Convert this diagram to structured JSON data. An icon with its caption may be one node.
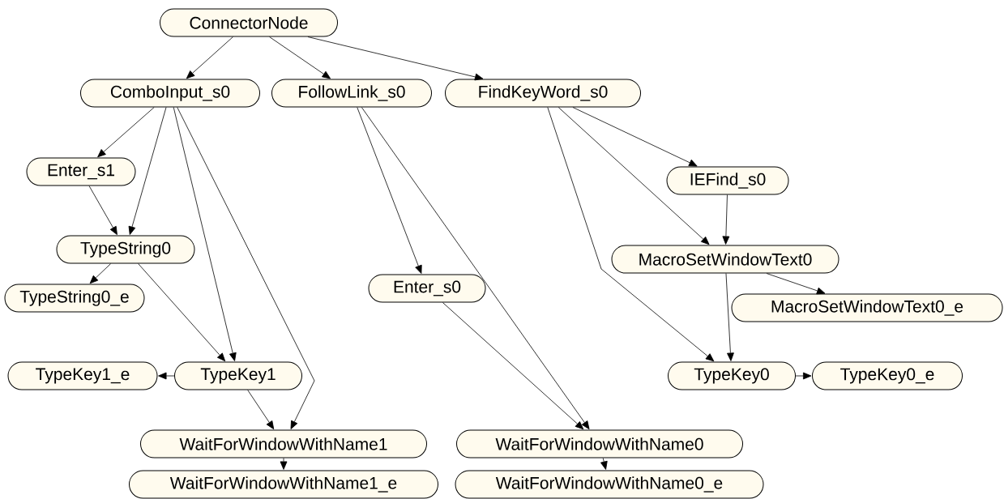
{
  "diagram": {
    "nodes": [
      {
        "text": [
          "ConnectorNode"
        ]
      },
      {
        "text": [
          "ComboInput_s0"
        ]
      },
      {
        "text": [
          "FollowLink_s0"
        ]
      },
      {
        "text": [
          "FindKeyWord_s0"
        ]
      },
      {
        "text": [
          "Enter_s1"
        ]
      },
      {
        "text": [
          "IEFind_s0"
        ]
      },
      {
        "text": [
          "TypeString0"
        ]
      },
      {
        "text": [
          "MacroSetWindowText0"
        ]
      },
      {
        "text": [
          "TypeString0_e"
        ]
      },
      {
        "text": [
          "Enter_s0"
        ]
      },
      {
        "text": [
          "MacroSetWindowText0_e"
        ]
      },
      {
        "text": [
          "TypeKey1_e"
        ]
      },
      {
        "text": [
          "TypeKey1"
        ]
      },
      {
        "text": [
          "TypeKey0"
        ]
      },
      {
        "text": [
          "TypeKey0_e"
        ]
      },
      {
        "text": [
          "WaitForWindowWithName1"
        ]
      },
      {
        "text": [
          "WaitForWindowWithName0"
        ]
      },
      {
        "text": [
          "WaitForWindowWithName1_e"
        ]
      },
      {
        "text": [
          "WaitForWindowWithName0_e"
        ]
      }
    ],
    "edges": [
      {
        "from": 0,
        "to": 1,
        "arrow": "to"
      },
      {
        "from": 0,
        "to": 2,
        "arrow": "to"
      },
      {
        "from": 0,
        "to": 3,
        "arrow": "to"
      },
      {
        "from": 1,
        "to": 4,
        "arrow": "to"
      },
      {
        "from": 1,
        "to": 6,
        "arrow": "to"
      },
      {
        "from": 1,
        "to": 12,
        "arrow": "to"
      },
      {
        "from": 1,
        "to": 15,
        "arrow": "to"
      },
      {
        "from": 4,
        "to": 6,
        "arrow": "to"
      },
      {
        "from": 6,
        "to": 8,
        "arrow": "to"
      },
      {
        "from": 6,
        "to": 12,
        "arrow": "to"
      },
      {
        "from": 12,
        "to": 11,
        "arrow": "to"
      },
      {
        "from": 12,
        "to": 15,
        "arrow": "to"
      },
      {
        "from": 15,
        "to": 17,
        "arrow": "to"
      },
      {
        "from": 2,
        "to": 9,
        "arrow": "to"
      },
      {
        "from": 2,
        "to": 16,
        "arrow": "to"
      },
      {
        "from": 9,
        "to": 16,
        "arrow": "to"
      },
      {
        "from": 3,
        "to": 5,
        "arrow": "to"
      },
      {
        "from": 3,
        "to": 7,
        "arrow": "to"
      },
      {
        "from": 3,
        "to": 13,
        "arrow": "to"
      },
      {
        "from": 5,
        "to": 7,
        "arrow": "to"
      },
      {
        "from": 7,
        "to": 10,
        "arrow": "to"
      },
      {
        "from": 7,
        "to": 13,
        "arrow": "to"
      },
      {
        "from": 13,
        "to": 14,
        "arrow": "to"
      },
      {
        "from": 16,
        "to": 18,
        "arrow": "to"
      }
    ]
  }
}
